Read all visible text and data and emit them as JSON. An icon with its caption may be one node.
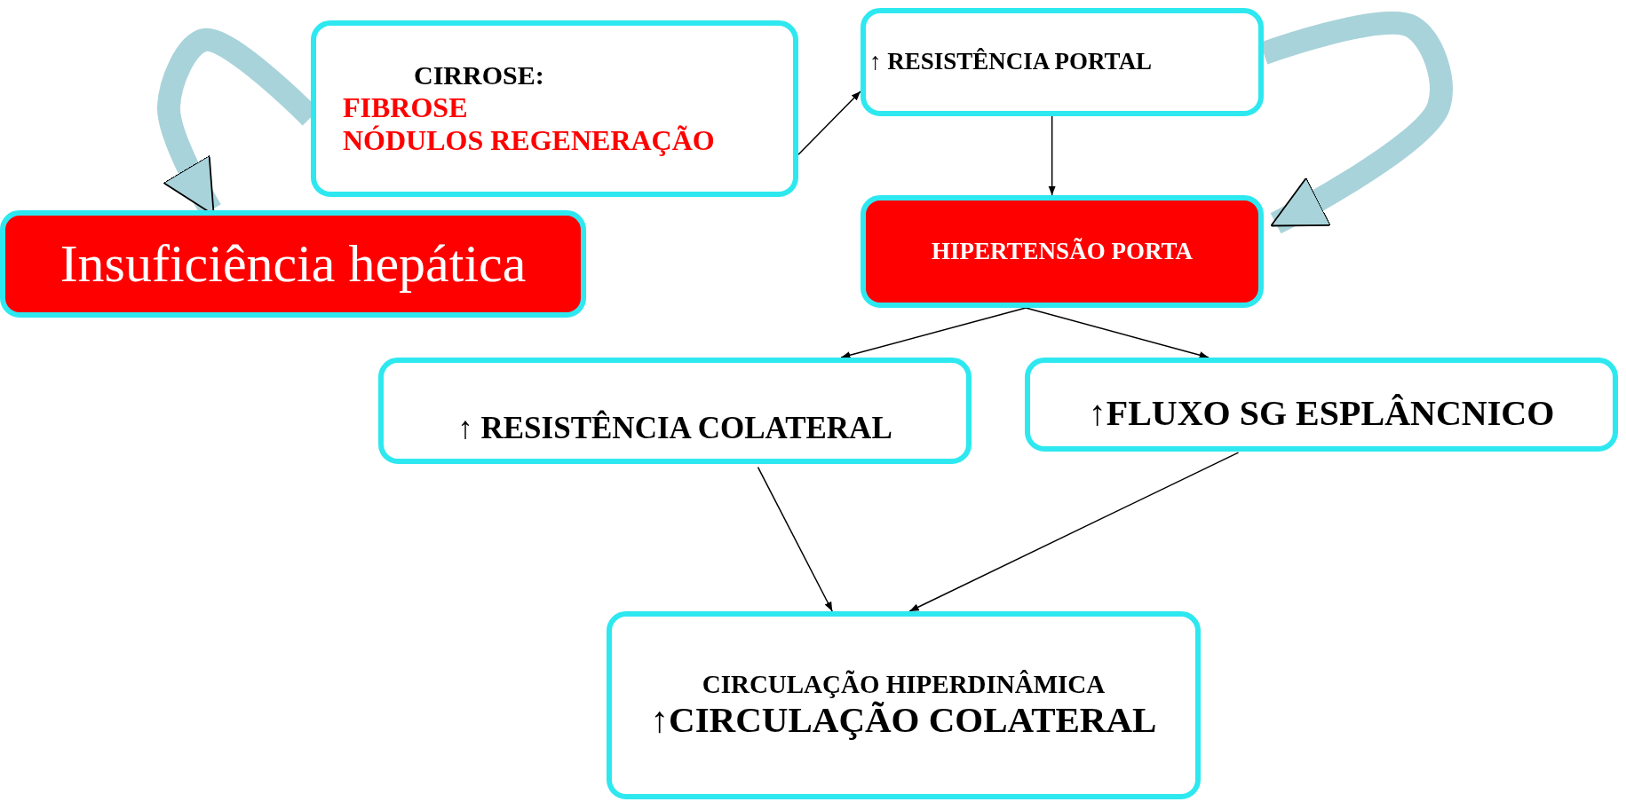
{
  "diagram": {
    "nodes": [
      {
        "text": [
          "Insuficiência hepática"
        ]
      },
      {
        "text": [
          "CIRROSE:",
          "FIBROSE",
          "NÓDULOS REGENERAÇÃO"
        ]
      },
      {
        "text": [
          "↑ RESISTÊNCIA PORTAL"
        ]
      },
      {
        "text": [
          "HIPERTENSÃO PORTA"
        ]
      },
      {
        "text": [
          "↑ RESISTÊNCIA COLATERAL"
        ]
      },
      {
        "text": [
          "↑FLUXO SG ESPLÂNCNICO"
        ]
      },
      {
        "text": [
          "CIRCULAÇÃO HIPERDINÂMICA",
          "↑CIRCULAÇÃO COLATERAL"
        ]
      }
    ],
    "edges": [
      {
        "from": 1,
        "to": 2,
        "arrow": "to"
      },
      {
        "from": 2,
        "to": 3,
        "arrow": "to"
      },
      {
        "from": 3,
        "to": 4,
        "arrow": "to"
      },
      {
        "from": 3,
        "to": 5,
        "arrow": "to"
      },
      {
        "from": 4,
        "to": 6,
        "arrow": "to"
      },
      {
        "from": 5,
        "to": 6,
        "arrow": "to"
      },
      {
        "from": 1,
        "to": 0,
        "arrow": "to",
        "style": "thick",
        "color": "#a9d3da"
      },
      {
        "from": 2,
        "to": 3,
        "arrow": "to",
        "style": "thick",
        "color": "#a9d3da"
      }
    ]
  }
}
